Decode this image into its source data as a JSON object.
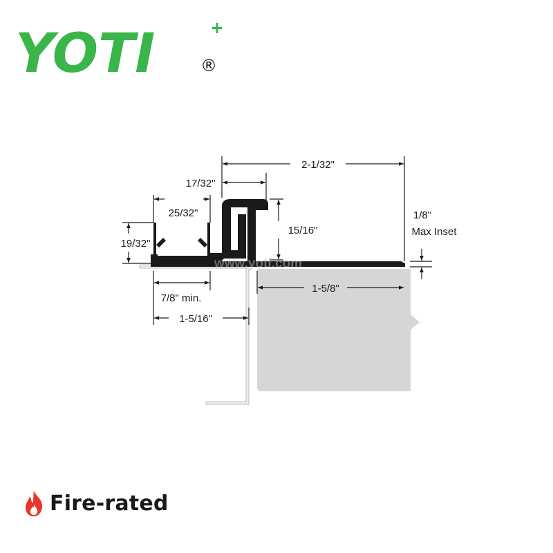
{
  "brand": {
    "name": "YOTI",
    "registered_mark": "®",
    "color": "#39b54a"
  },
  "watermark": "www.yoti.com",
  "dimensions": {
    "overall_width": "2-1/32\"",
    "top_lip": "17/32\"",
    "channel_width": "25/32\"",
    "channel_height": "19/32\"",
    "riser_height": "15/16\"",
    "inset": "1/8\"",
    "inset_caption": "Max Inset",
    "tread_width": "1-5/8\"",
    "min_opening": "7/8\" min.",
    "left_width": "1-5/16\""
  },
  "colors": {
    "profile": "#1a1a1a",
    "substrate": "#d4d4d4",
    "dimension_line": "#1a1a1a",
    "fire": "#e8362a"
  },
  "footer": {
    "label": "Fire-rated",
    "icon": "flame-icon"
  }
}
